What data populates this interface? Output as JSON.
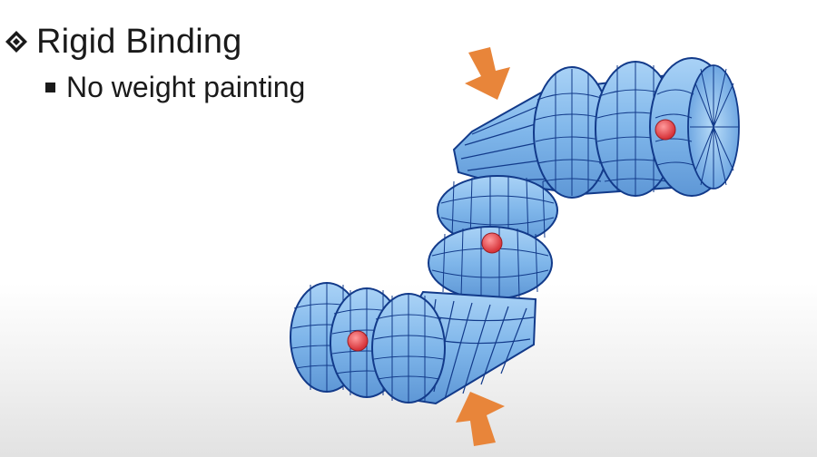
{
  "slide": {
    "title": "Rigid Binding",
    "title_icon": "diamond-bullet-icon",
    "bullets": [
      {
        "text": "No weight painting",
        "icon": "square-bullet-icon"
      }
    ]
  },
  "figure": {
    "subject": "segmented tube mesh with joints",
    "mesh_color": "#7fb6ea",
    "mesh_edge_color": "#123a8a",
    "joint_color": "#e0454a",
    "arrow_color": "#e8853a",
    "joint_count": 3,
    "arrow_count": 2
  }
}
